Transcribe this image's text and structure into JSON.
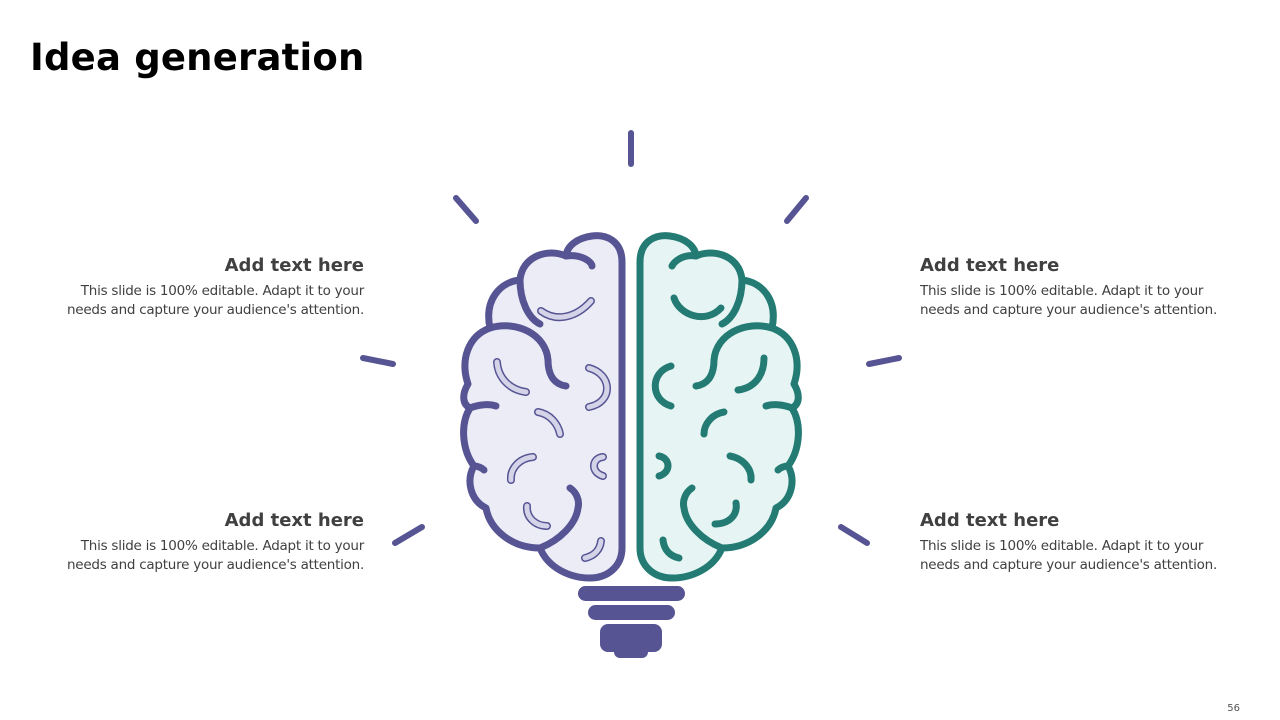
{
  "slide": {
    "title": "Idea generation",
    "page_number": "56"
  },
  "blocks": [
    {
      "position": "top-left",
      "heading": "Add text here",
      "body": "This slide is 100% editable. Adapt it to your needs and capture your audience's attention."
    },
    {
      "position": "top-right",
      "heading": "Add text here",
      "body": "This slide is 100% editable. Adapt it to your needs and capture your audience's attention."
    },
    {
      "position": "bottom-left",
      "heading": "Add text here",
      "body": "This slide is 100% editable. Adapt it to your needs and capture your audience's attention."
    },
    {
      "position": "bottom-right",
      "heading": "Add text here",
      "body": "This slide is 100% editable. Adapt it to your needs and capture your audience's attention."
    }
  ],
  "illustration": {
    "name": "brain-lightbulb",
    "colors": {
      "left_hemisphere_stroke": "#565493",
      "left_hemisphere_fill": "#ECECF6",
      "left_fold_fill": "#D4D3E8",
      "right_hemisphere_stroke": "#237B74",
      "right_hemisphere_fill": "#E6F5F4",
      "rays": "#565493",
      "bulb_base": "#565493"
    }
  }
}
